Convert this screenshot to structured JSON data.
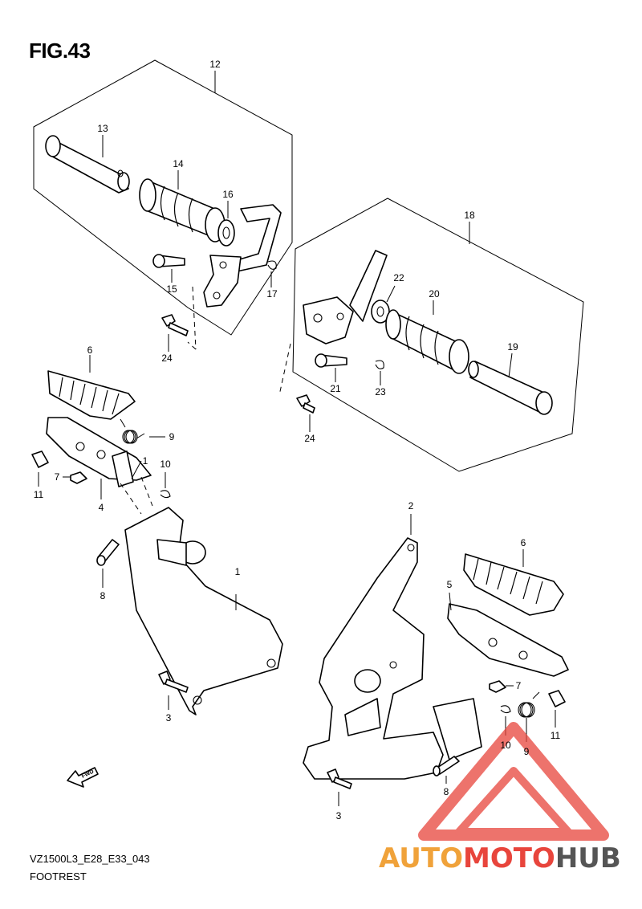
{
  "figure": {
    "title": "FIG.43",
    "model_code": "VZ1500L3_E28_E33_043",
    "section_name": "FOOTREST",
    "fwd_label": "FWD"
  },
  "callouts": [
    {
      "id": "12",
      "label": "12"
    },
    {
      "id": "13",
      "label": "13"
    },
    {
      "id": "14",
      "label": "14"
    },
    {
      "id": "16",
      "label": "16"
    },
    {
      "id": "15",
      "label": "15"
    },
    {
      "id": "17",
      "label": "17"
    },
    {
      "id": "24a",
      "label": "24"
    },
    {
      "id": "18",
      "label": "18"
    },
    {
      "id": "22",
      "label": "22"
    },
    {
      "id": "20",
      "label": "20"
    },
    {
      "id": "19",
      "label": "19"
    },
    {
      "id": "21",
      "label": "21"
    },
    {
      "id": "23",
      "label": "23"
    },
    {
      "id": "24b",
      "label": "24"
    },
    {
      "id": "6a",
      "label": "6"
    },
    {
      "id": "9a",
      "label": "9"
    },
    {
      "id": "1a",
      "label": "1"
    },
    {
      "id": "10a",
      "label": "10"
    },
    {
      "id": "11a",
      "label": "11"
    },
    {
      "id": "7a",
      "label": "7"
    },
    {
      "id": "4",
      "label": "4"
    },
    {
      "id": "8a",
      "label": "8"
    },
    {
      "id": "1b",
      "label": "1"
    },
    {
      "id": "3a",
      "label": "3"
    },
    {
      "id": "2",
      "label": "2"
    },
    {
      "id": "6b",
      "label": "6"
    },
    {
      "id": "5",
      "label": "5"
    },
    {
      "id": "7b",
      "label": "7"
    },
    {
      "id": "11b",
      "label": "11"
    },
    {
      "id": "10b",
      "label": "10"
    },
    {
      "id": "9b",
      "label": "9"
    },
    {
      "id": "8b",
      "label": "8"
    },
    {
      "id": "3b",
      "label": "3"
    }
  ],
  "watermark": {
    "part1": "AUTO",
    "part2": "MOTO",
    "part3": "HUB",
    "color_part1": "#f0a23a",
    "color_part2": "#e8453c",
    "color_part3": "#555555",
    "logo_color": "#e8453c"
  }
}
